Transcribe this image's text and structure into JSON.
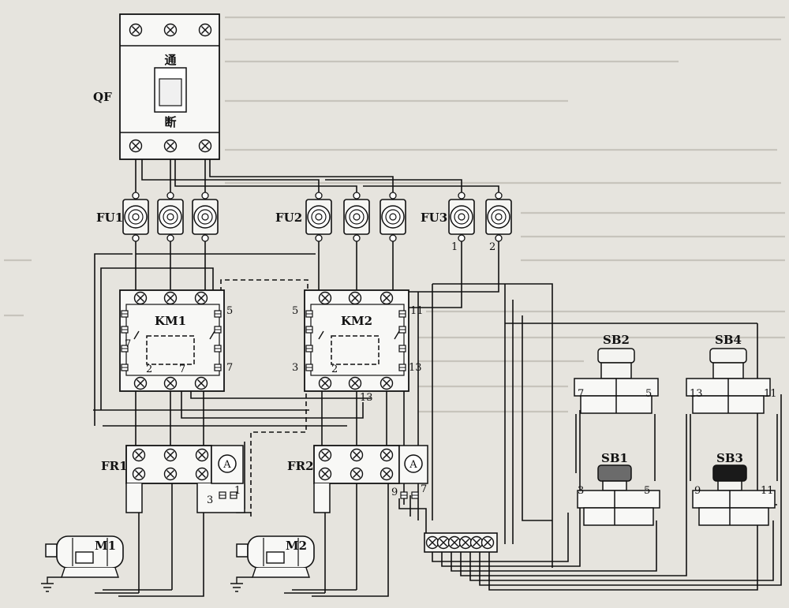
{
  "breaker": {
    "label": "QF",
    "on_text": "通",
    "off_text": "断"
  },
  "fuses": {
    "fu1": "FU1",
    "fu2": "FU2",
    "fu3": "FU3",
    "fu3_term_1": "1",
    "fu3_term_2": "2"
  },
  "contactors": {
    "km1": {
      "label": "KM1",
      "t5": "5",
      "t7": "7",
      "t2": "2",
      "t7b": "7",
      "t7c": "7"
    },
    "km2": {
      "label": "KM2",
      "t5": "5",
      "t11": "11",
      "t3": "3",
      "t2": "2",
      "t13": "13",
      "t13b": "13"
    }
  },
  "overloads": {
    "fr1": {
      "label": "FR1",
      "ammeter": "A",
      "t3": "3",
      "t1": "1"
    },
    "fr2": {
      "label": "FR2",
      "ammeter": "A",
      "t9": "9",
      "t7": "7"
    }
  },
  "buttons": {
    "sb1": {
      "label": "SB1",
      "left": "3",
      "right": "5"
    },
    "sb2": {
      "label": "SB2",
      "left": "7",
      "right": "5"
    },
    "sb3": {
      "label": "SB3",
      "left": "9",
      "right": "11"
    },
    "sb4": {
      "label": "SB4",
      "left": "13",
      "right": "11"
    }
  },
  "motors": {
    "m1": "M1",
    "m2": "M2"
  }
}
